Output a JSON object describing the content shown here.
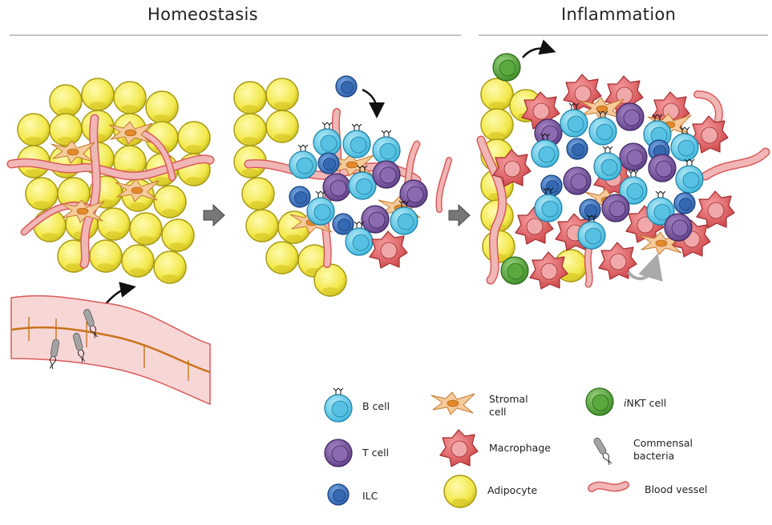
{
  "headers": {
    "left": "Homeostasis",
    "right": "Inflammation"
  },
  "legend": {
    "b_cell": "B cell",
    "t_cell": "T cell",
    "ilc": "ILC",
    "stromal": "Stromal cell",
    "macrophage": "Macrophage",
    "adipocyte": "Adipocyte",
    "inkt_italic": "i",
    "inkt_rest": "NKT cell",
    "commensal": "Commensal bacteria",
    "blood_vessel": "Blood vessel"
  },
  "colors": {
    "adipocyte": "#f2e84a",
    "adipocyte_rim": "#b8ab12",
    "b_cell": "#5fcbe6",
    "b_cell_nucleus": "#2ea8d0",
    "t_cell": "#7d5aa2",
    "t_cell_nucleus": "#c9b5dc",
    "ilc": "#3e79c4",
    "ilc_nucleus": "#1d4f98",
    "inkt": "#5aa83e",
    "inkt_nucleus": "#9ed384",
    "macrophage": "#e26466",
    "macrophage_nucleus": "#f3b9bc",
    "stromal": "#f6ca9a",
    "stromal_nucleus": "#e4892a",
    "vessel": "#f1b6b6",
    "vessel_edge": "#d95a5a",
    "gut": "#f7d6d6",
    "gut_line": "#c9741c",
    "bacteria": "#9a9a9a"
  }
}
